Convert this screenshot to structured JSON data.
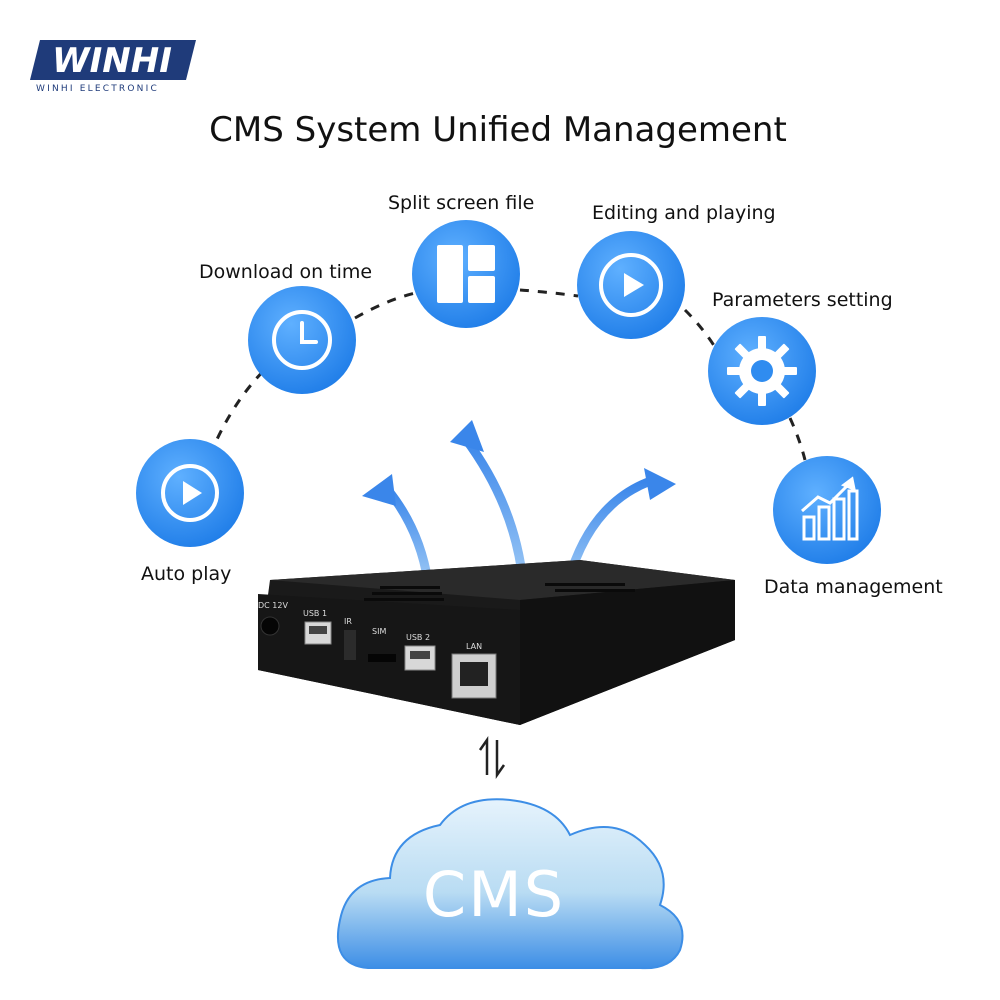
{
  "brand": {
    "logo": "WINHI",
    "subtitle": "WINHI ELECTRONIC"
  },
  "title": "CMS System Unified Management",
  "features": [
    {
      "label": "Auto play",
      "icon": "play-icon"
    },
    {
      "label": "Download on time",
      "icon": "clock-icon"
    },
    {
      "label": "Split screen file",
      "icon": "split-screen-icon"
    },
    {
      "label": "Editing and playing",
      "icon": "play-icon"
    },
    {
      "label": "Parameters setting",
      "icon": "gear-icon"
    },
    {
      "label": "Data management",
      "icon": "bar-chart-icon"
    }
  ],
  "device": {
    "ports": {
      "dc": "DC 12V",
      "usb1": "USB 1",
      "ir": "IR",
      "sim": "SIM",
      "usb2": "USB 2",
      "lan": "LAN"
    }
  },
  "cloud": {
    "label": "CMS"
  },
  "colors": {
    "accent_blue": "#2f8cf0",
    "brand_navy": "#1f3b7a",
    "device_black": "#1a1a1a",
    "cloud_light": "#cfe6f7"
  }
}
